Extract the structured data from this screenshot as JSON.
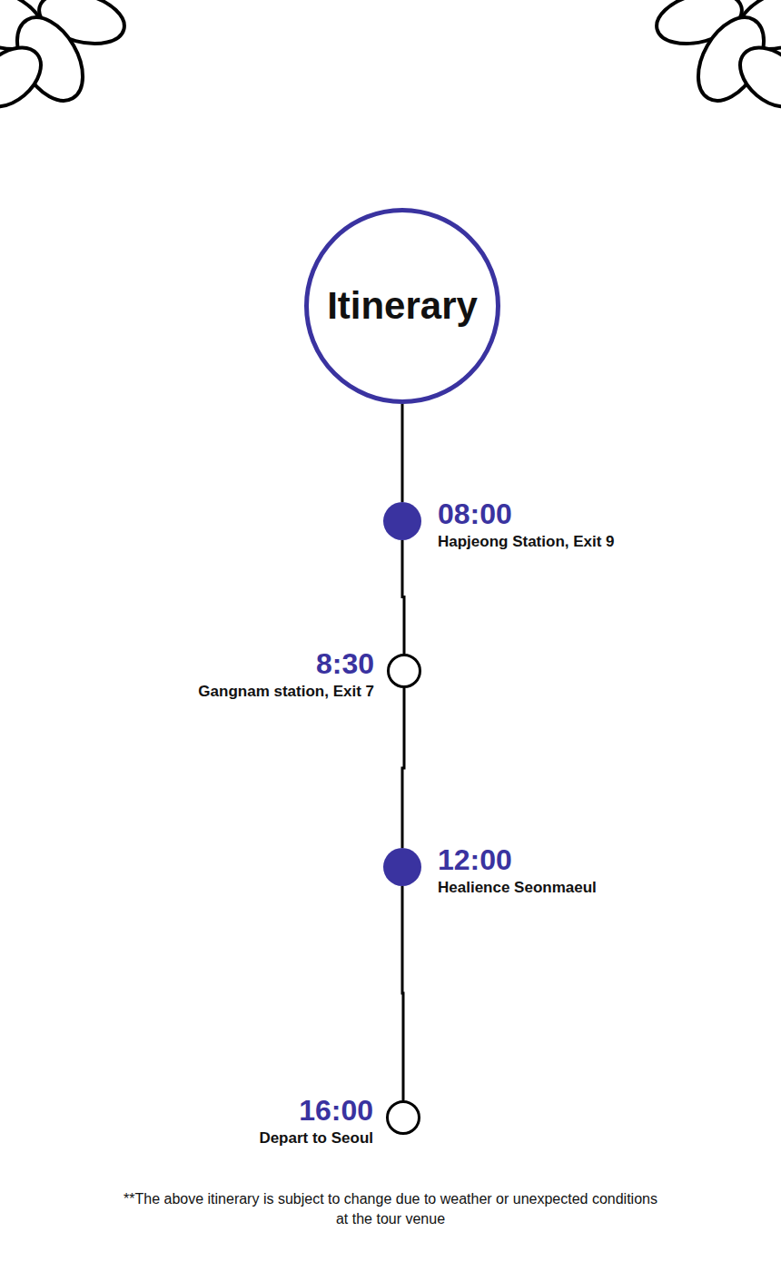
{
  "diagram": {
    "nodes": [
      {
        "text": [
          "Itinerary"
        ]
      },
      {
        "text": [
          "08:00",
          "Hapjeong Station, Exit 9"
        ]
      },
      {
        "text": [
          "8:30",
          "Gangnam station, Exit 7"
        ]
      },
      {
        "text": [
          "12:00",
          "Healience Seonmaeul"
        ]
      },
      {
        "text": [
          "16:00",
          "Depart to Seoul"
        ]
      }
    ],
    "edges": [
      {
        "from": 0,
        "to": 1,
        "arrow": "none"
      },
      {
        "from": 1,
        "to": 2,
        "arrow": "none"
      },
      {
        "from": 2,
        "to": 3,
        "arrow": "none"
      },
      {
        "from": 3,
        "to": 4,
        "arrow": "none"
      }
    ],
    "labels": [
      "**The above itinerary is subject to change due to weather or unexpected conditions at the tour venue"
    ]
  }
}
